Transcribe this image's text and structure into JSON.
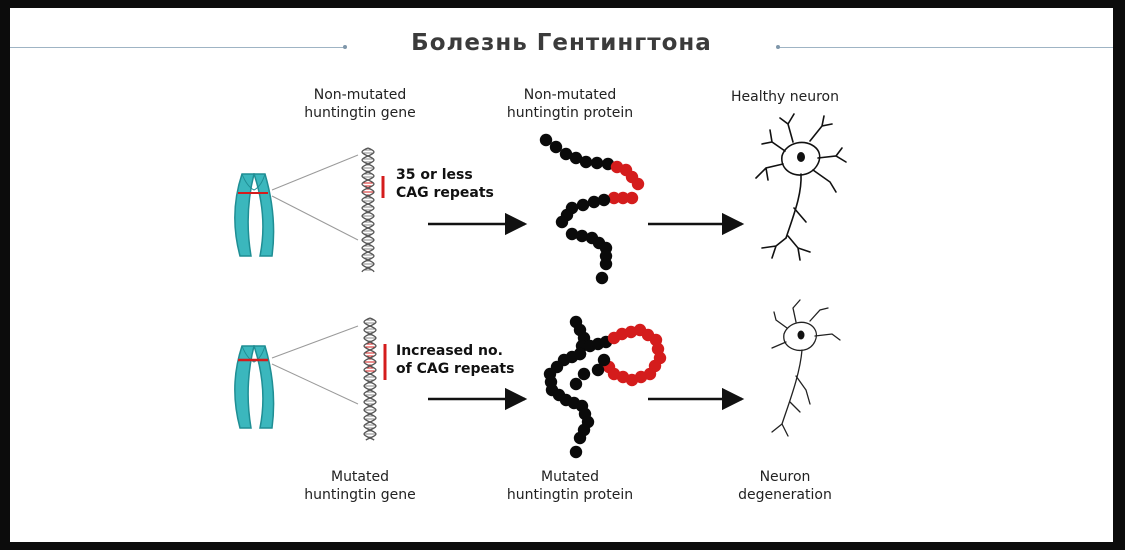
{
  "title": "Болезнь Гентингтона",
  "top_labels": {
    "gene": [
      "Non-mutated",
      "huntingtin gene"
    ],
    "protein": [
      "Non-mutated",
      "huntingtin protein"
    ],
    "neuron": "Healthy neuron"
  },
  "bottom_labels": {
    "gene": [
      "Mutated",
      "huntingtin gene"
    ],
    "protein": [
      "Mutated",
      "huntingtin protein"
    ],
    "neuron": [
      "Neuron",
      "degeneration"
    ]
  },
  "annotations": {
    "normal": [
      "35 or less",
      "CAG repeats"
    ],
    "mutated": [
      "Increased no.",
      "of CAG repeats"
    ]
  },
  "colors": {
    "chromosome": "#3bb7bd",
    "repeat_highlight": "#d41c1c",
    "bead": "#0a0a0a",
    "arrow": "#111111"
  }
}
